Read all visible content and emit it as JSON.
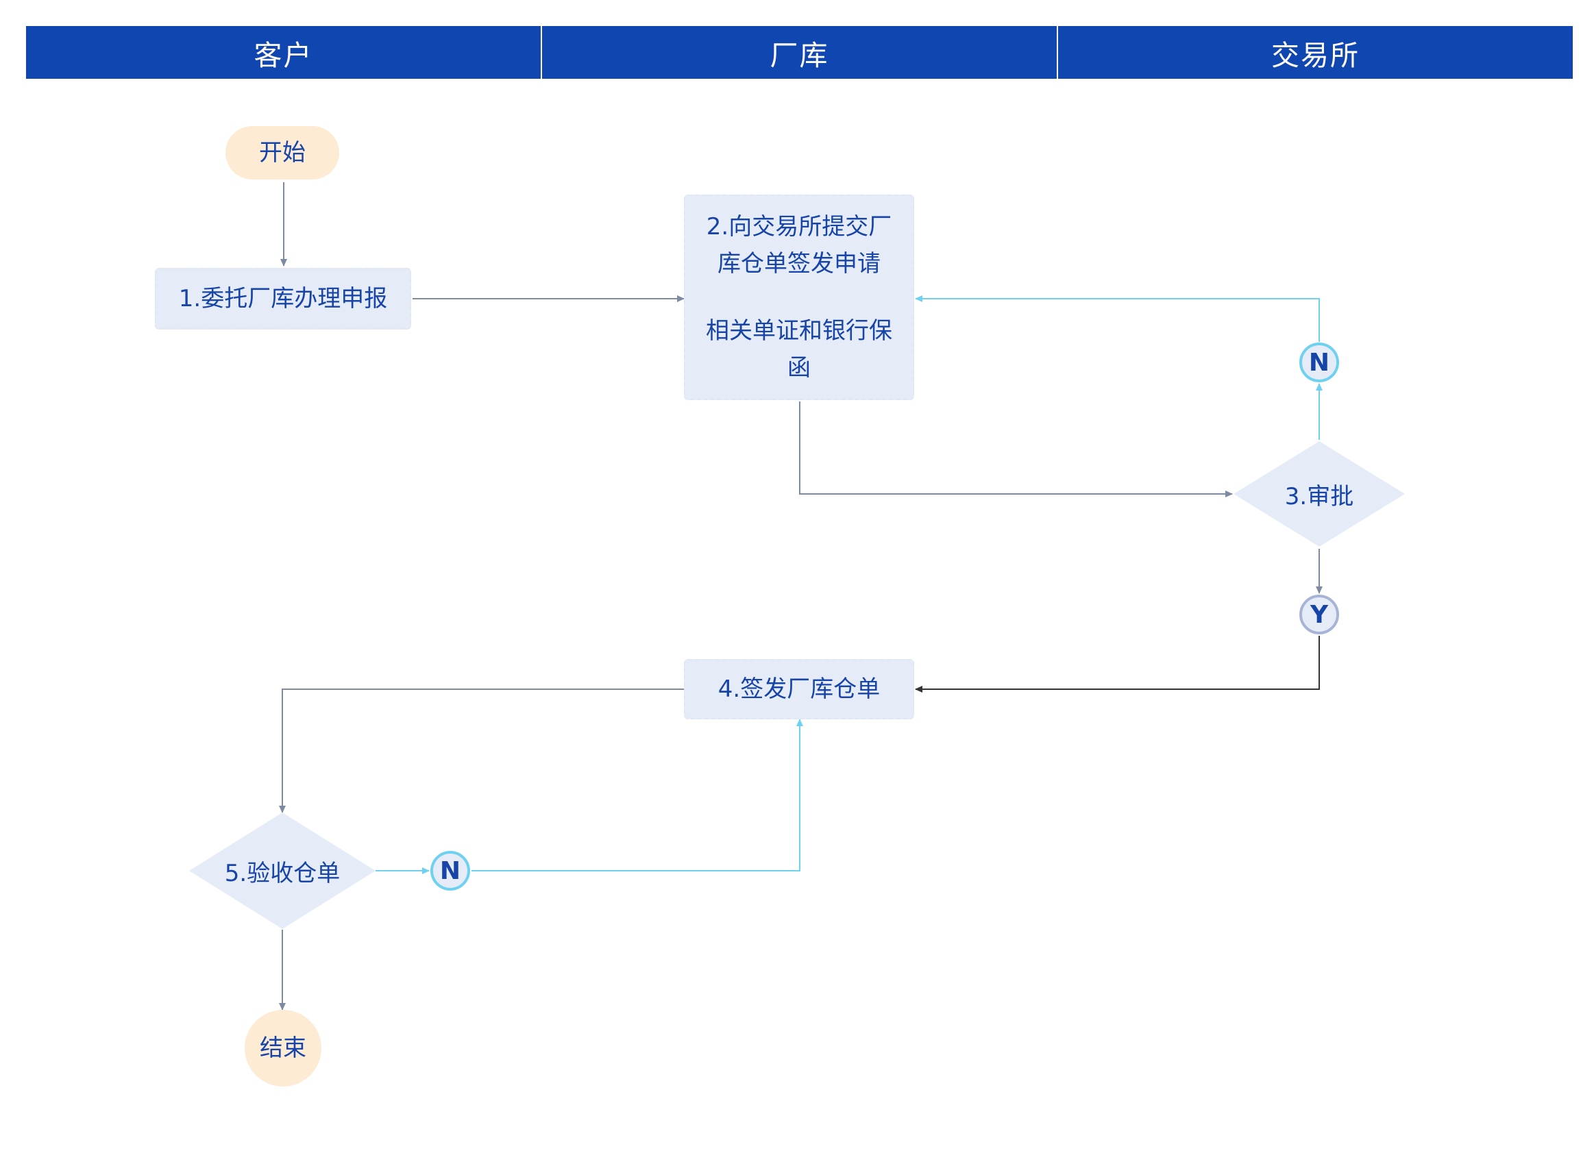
{
  "lanes": [
    {
      "label": "客户"
    },
    {
      "label": "厂库"
    },
    {
      "label": "交易所"
    }
  ],
  "nodes": {
    "start": "开始",
    "step1": "1.委托厂库办理申报",
    "step2_line1": "2.向交易所提交厂",
    "step2_line2": "库仓单签发申请",
    "step2_line3": "相关单证和银行保",
    "step2_line4": "函",
    "step3": "3.审批",
    "step4": "4.签发厂库仓单",
    "step5": "5.验收仓单",
    "end": "结束"
  },
  "connectors": {
    "n1": "N",
    "y1": "Y",
    "n2": "N"
  },
  "colors": {
    "header": "#0f46b0",
    "node_fill": "#e6ecf7",
    "terminal_fill": "#fdebd3",
    "text": "#1744a8",
    "edge_gray": "#7d8aa0",
    "edge_cyan": "#6ed1f0",
    "edge_dark": "#333333"
  }
}
